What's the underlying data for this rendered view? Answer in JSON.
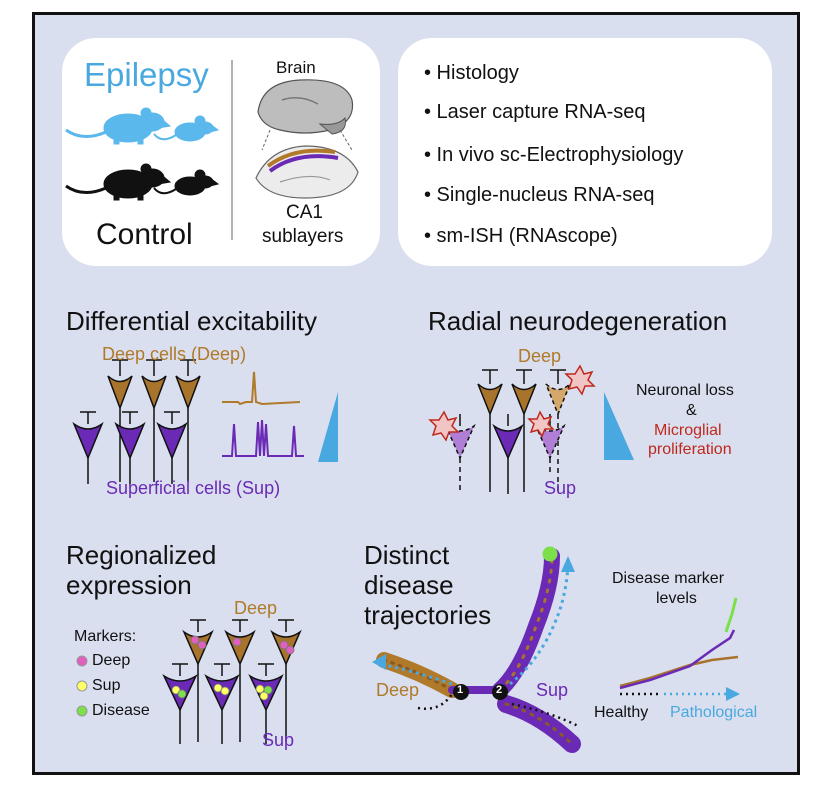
{
  "colors": {
    "background": "#d9dfee",
    "deep": "#b07a2a",
    "sup": "#6a2ab5",
    "blue": "#4aa8e0",
    "red": "#c0281e",
    "green": "#7be04a",
    "pink": "#e060c0",
    "yellow": "#ffff66"
  },
  "top_left": {
    "epilepsy": "Epilepsy",
    "control": "Control",
    "brain": "Brain",
    "ca1": "CA1",
    "sublayers": "sublayers"
  },
  "methods": [
    "• Histology",
    "• Laser capture RNA-seq",
    "• In vivo sc-Electrophysiology",
    "• Single-nucleus RNA-seq",
    "• sm-ISH (RNAscope)"
  ],
  "panel1": {
    "title": "Differential excitability",
    "deep_label": "Deep cells (Deep)",
    "sup_label": "Superficial cells (Sup)"
  },
  "panel2": {
    "title": "Radial neurodegeneration",
    "deep": "Deep",
    "sup": "Sup",
    "loss1": "Neuronal loss",
    "amp": "&",
    "micro1": "Microglial",
    "micro2": "proliferation"
  },
  "panel3": {
    "title1": "Regionalized",
    "title2": "expression",
    "markers": "Markers:",
    "m_deep": "Deep",
    "m_sup": "Sup",
    "m_disease": "Disease",
    "deep": "Deep",
    "sup": "Sup"
  },
  "panel4": {
    "title1": "Distinct",
    "title2": "disease",
    "title3": "trajectories",
    "deep": "Deep",
    "sup": "Sup",
    "n1": "1",
    "n2": "2",
    "marker1": "Disease marker",
    "marker2": "levels",
    "healthy": "Healthy",
    "pathological": "Pathological"
  }
}
